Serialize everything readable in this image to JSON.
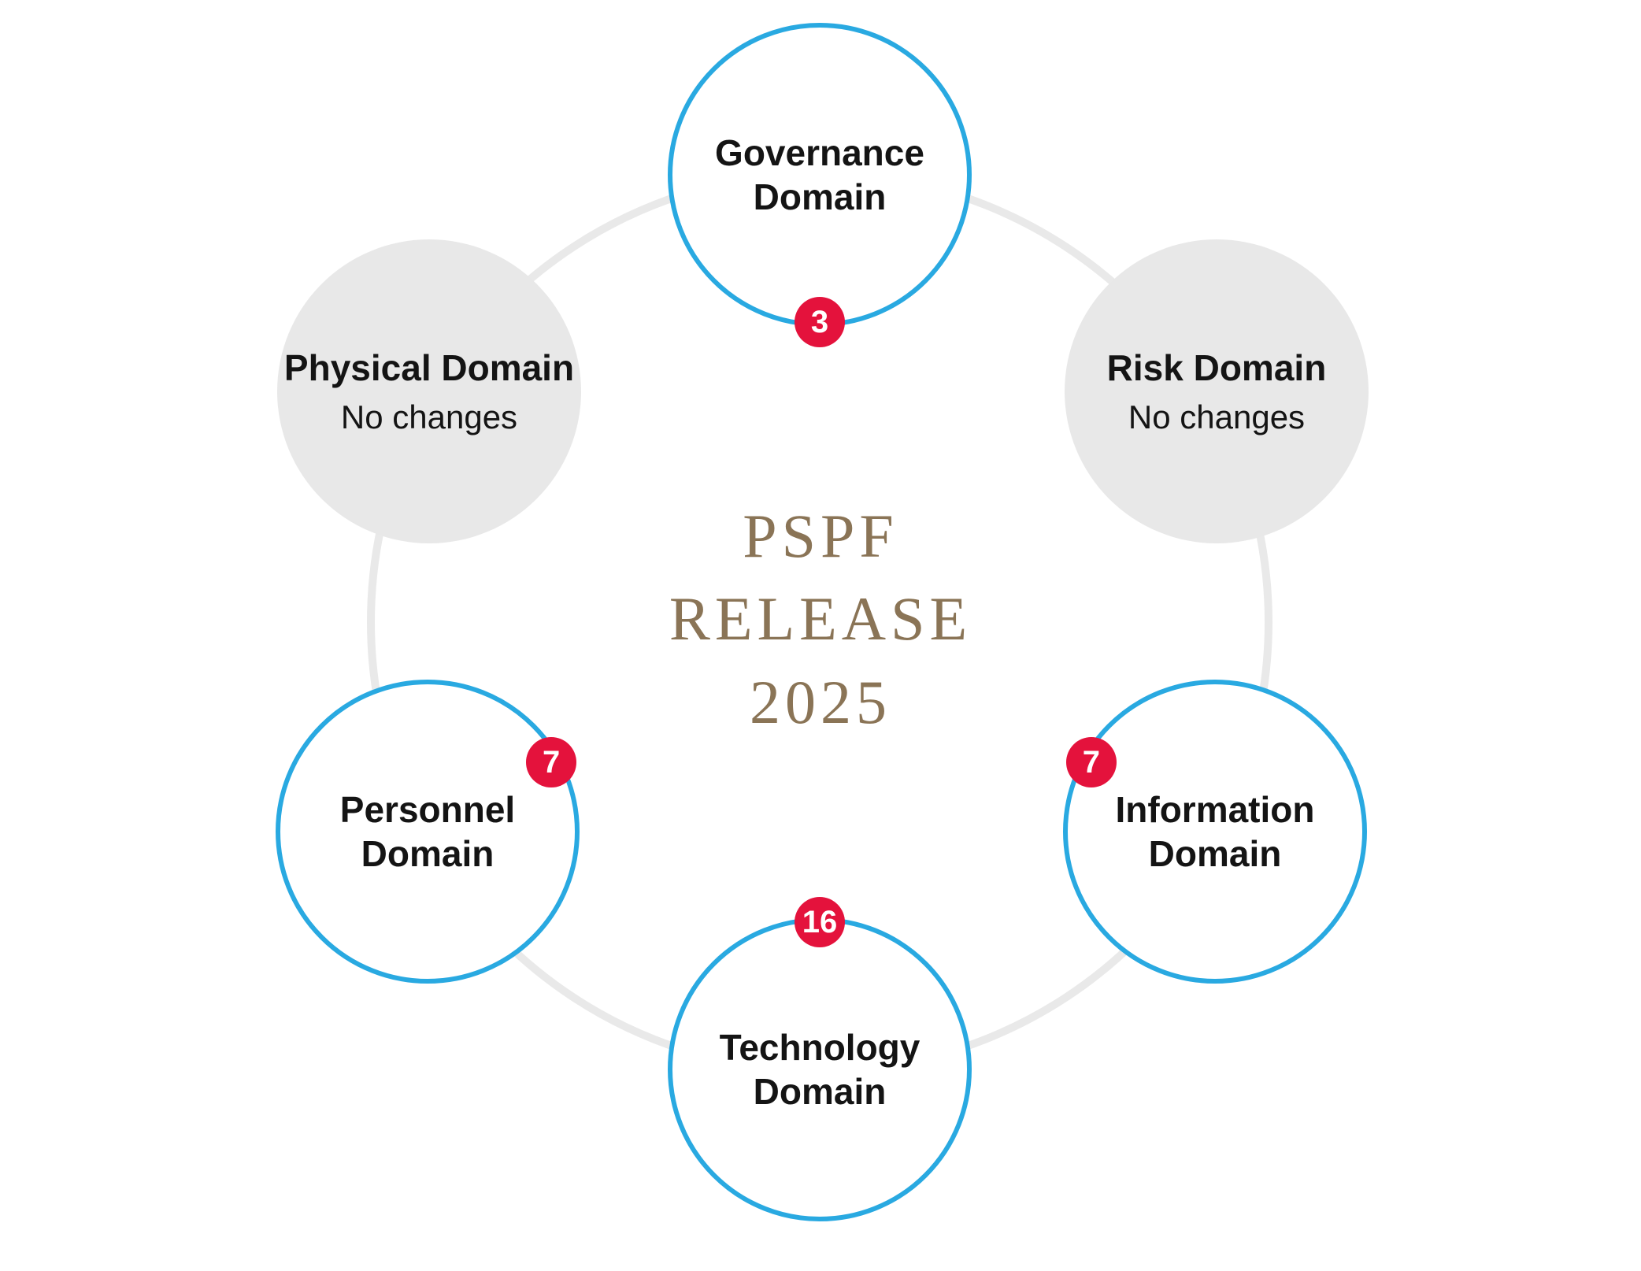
{
  "diagram": {
    "title": {
      "line1": "PSPF",
      "line2": "RELEASE",
      "line3": "2025"
    },
    "nodes": [
      {
        "id": "governance",
        "label_line1": "Governance",
        "label_line2": "Domain",
        "badge": "3",
        "status": "changed"
      },
      {
        "id": "risk",
        "label_line1": "Risk Domain",
        "subtitle": "No changes",
        "status": "no-changes"
      },
      {
        "id": "physical",
        "label_line1": "Physical Domain",
        "subtitle": "No changes",
        "status": "no-changes"
      },
      {
        "id": "personnel",
        "label_line1": "Personnel",
        "label_line2": "Domain",
        "badge": "7",
        "status": "changed"
      },
      {
        "id": "information",
        "label_line1": "Information",
        "label_line2": "Domain",
        "badge": "7",
        "status": "changed"
      },
      {
        "id": "technology",
        "label_line1": "Technology",
        "label_line2": "Domain",
        "badge": "16",
        "status": "changed"
      }
    ],
    "colors": {
      "accent_blue": "#29a9e1",
      "badge_red": "#e4123c",
      "node_gray": "#e8e8e8",
      "ring_gray": "#e9e9e9",
      "title_brown": "#8a7456",
      "label_black": "#141414",
      "bg_white": "#ffffff"
    }
  }
}
